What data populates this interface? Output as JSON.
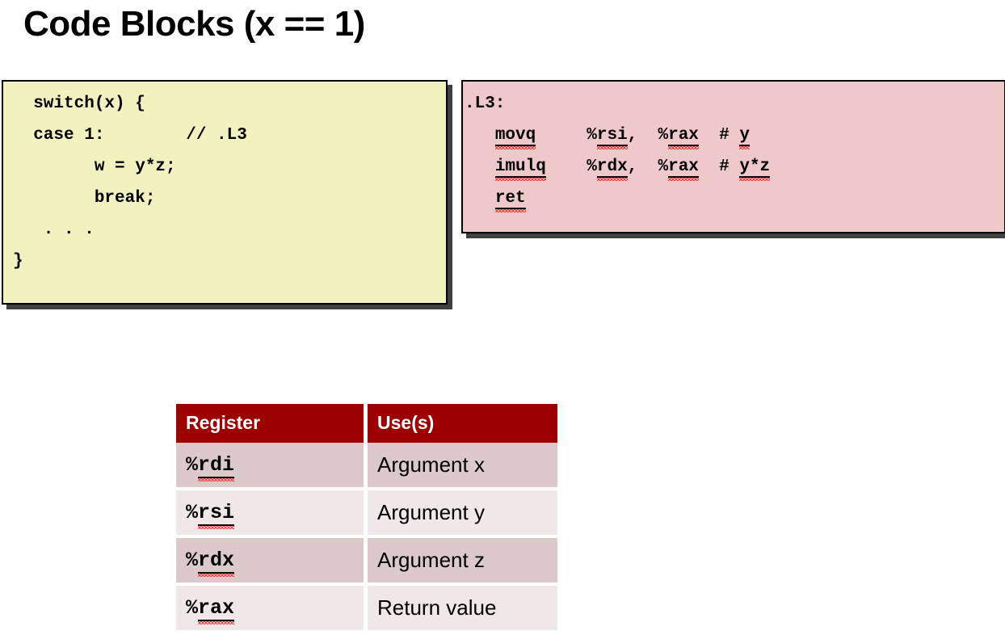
{
  "slide": {
    "title": "Code Blocks (x == 1)"
  },
  "c_code_block": {
    "name": "c-source-code",
    "background_color": "#F2F2C1",
    "lines": [
      "  switch(x) {",
      "  case 1:        // .L3",
      "        w = y*z;",
      "        break;",
      "   . . .",
      "}"
    ],
    "text": "  switch(x) {\n  case 1:        // .L3\n        w = y*z;\n        break;\n   . . .\n}"
  },
  "asm_code_block": {
    "name": "assembly-code",
    "background_color": "#EFC9CA",
    "lines": [
      {
        "label": ".L3:",
        "mnemonic": "",
        "operands": "",
        "comment": ""
      },
      {
        "label": "",
        "mnemonic": "movq",
        "operands": "%rsi, %rax",
        "comment": "# y"
      },
      {
        "label": "",
        "mnemonic": "imulq",
        "operands": "%rdx, %rax",
        "comment": "# y*z"
      },
      {
        "label": "",
        "mnemonic": "ret",
        "operands": "",
        "comment": ""
      }
    ],
    "tokens": {
      "l3": ".L3:",
      "movq": "movq",
      "imulq": "imulq",
      "ret": "ret",
      "rsi": "%rsi",
      "rdx": "%rdx",
      "rax": "%rax",
      "comma_space": ",  ",
      "hash": "#",
      "comment_y": "y",
      "comment_yz": "y*z",
      "indent": "   ",
      "gap_movq": "     ",
      "gap_imulq": "    ",
      "gap_comment": "  "
    }
  },
  "register_table": {
    "header_color": "#9C0000",
    "row_dark_color": "#DCCACB",
    "row_light_color": "#EFE7E8",
    "columns": [
      "Register",
      "Use(s)"
    ],
    "rows": [
      {
        "register": "%rdi",
        "use_prefix": "Argument ",
        "use_mono": "x",
        "shade": "dark"
      },
      {
        "register": "%rsi",
        "use_prefix": "Argument ",
        "use_mono": "y",
        "shade": "light"
      },
      {
        "register": "%rdx",
        "use_prefix": "Argument ",
        "use_mono": "z",
        "shade": "dark"
      },
      {
        "register": "%rax",
        "use_prefix": "Return value",
        "use_mono": "",
        "shade": "light"
      }
    ]
  }
}
